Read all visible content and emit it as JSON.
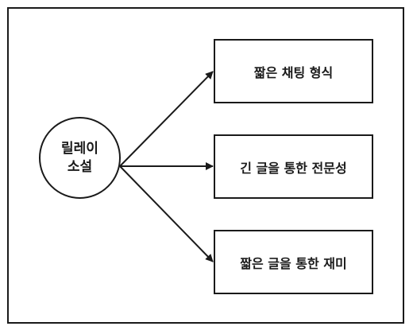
{
  "diagram": {
    "center": {
      "label": "릴레이\n소설"
    },
    "targets": [
      {
        "label": "짧은 채팅 형식"
      },
      {
        "label": "긴 글을 통한 전문성"
      },
      {
        "label": "짧은 글을 통한 재미"
      }
    ],
    "colors": {
      "stroke": "#1a1a1a",
      "background": "#ffffff"
    }
  }
}
